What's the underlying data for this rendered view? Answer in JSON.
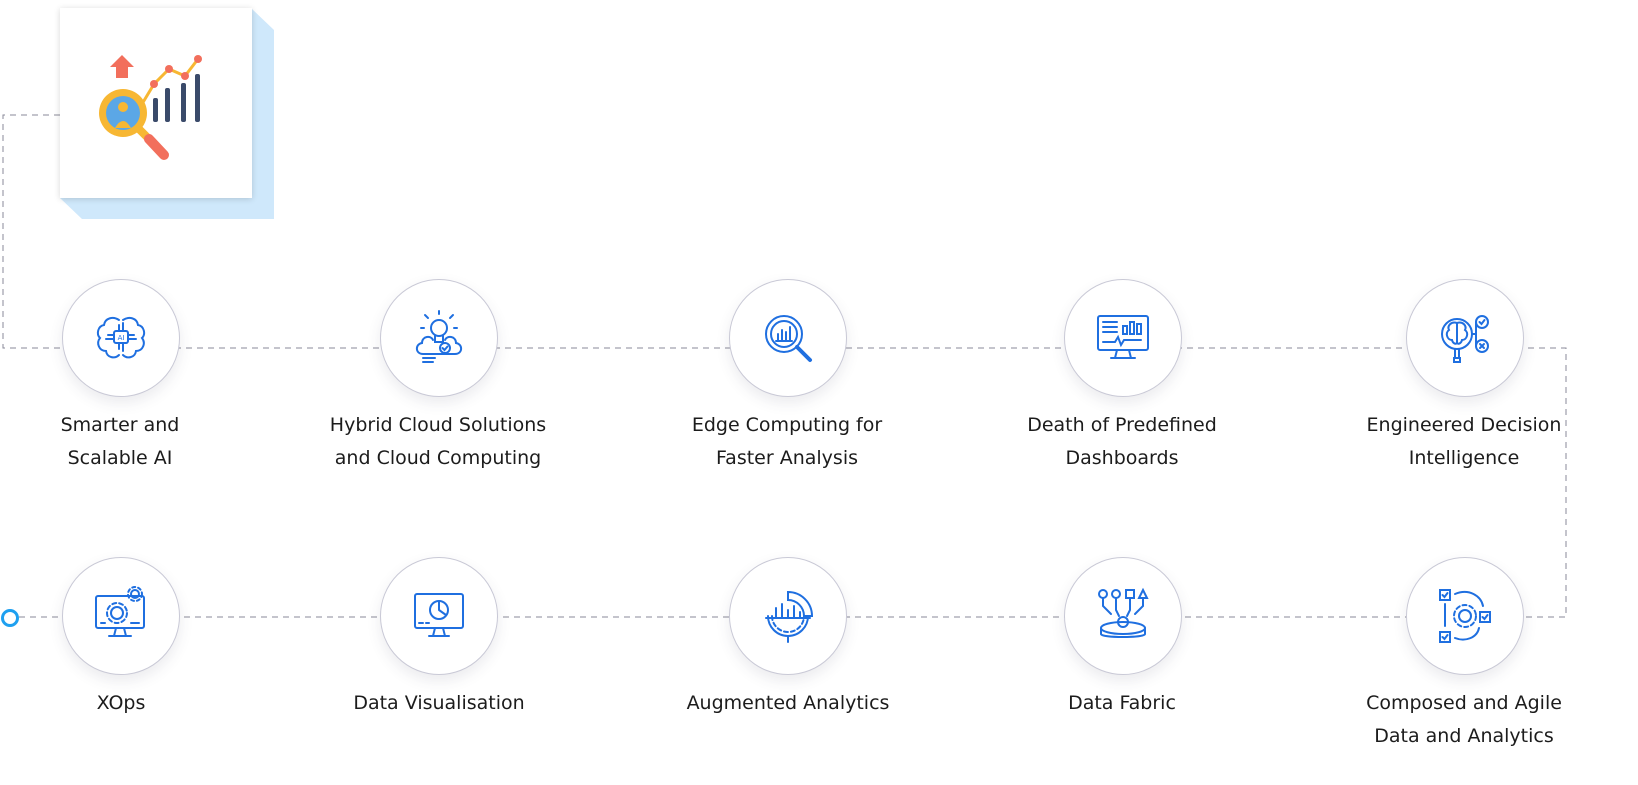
{
  "colors": {
    "icon_light": "#2aa7f4",
    "icon_dark": "#1f5bd8",
    "connector": "#8a8a98",
    "start_marker": "#1ea0f0",
    "card_shadow": "#cfe8fb"
  },
  "hero": {
    "icon": "magnifier-analytics-chart-icon"
  },
  "row1": [
    {
      "icon": "brain-ai-chip-icon",
      "line1": "Smarter and",
      "line2": "Scalable AI"
    },
    {
      "icon": "lightbulb-cloud-icon",
      "line1": "Hybrid Cloud Solutions",
      "line2": "and Cloud Computing"
    },
    {
      "icon": "magnifier-bar-chart-icon",
      "line1": "Edge Computing for",
      "line2": "Faster Analysis"
    },
    {
      "icon": "monitor-dashboard-icon",
      "line1": "Death of Predefined",
      "line2": "Dashboards"
    },
    {
      "icon": "brain-decision-magnifier-icon",
      "line1": "Engineered Decision",
      "line2": "Intelligence"
    }
  ],
  "row2": [
    {
      "icon": "monitor-gears-icon",
      "line1": "XOps",
      "line2": ""
    },
    {
      "icon": "monitor-pie-chart-icon",
      "line1": "Data Visualisation",
      "line2": ""
    },
    {
      "icon": "analytics-gauge-icon",
      "line1": "Augmented Analytics",
      "line2": ""
    },
    {
      "icon": "data-fabric-platform-icon",
      "line1": "Data Fabric",
      "line2": ""
    },
    {
      "icon": "gear-cycle-checklist-icon",
      "line1": "Composed and Agile",
      "line2": "Data and Analytics"
    }
  ]
}
